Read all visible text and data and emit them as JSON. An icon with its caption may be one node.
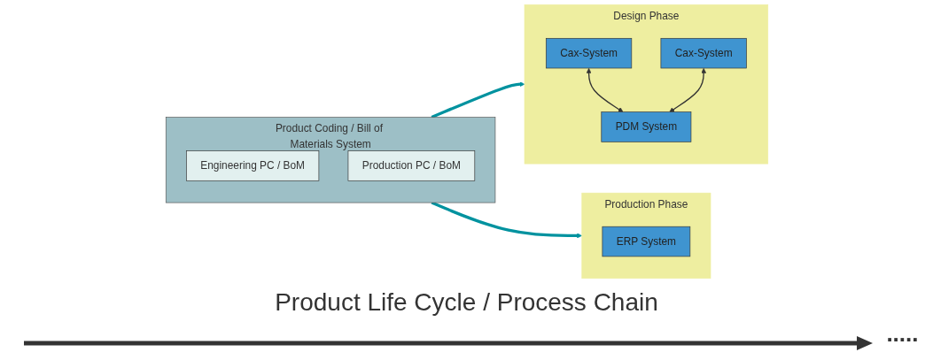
{
  "diagram": {
    "nodes": [
      {
        "text": [
          "Design Phase"
        ]
      },
      {
        "text": [
          "Cax-System"
        ],
        "in": 0
      },
      {
        "text": [
          "Cax-System"
        ],
        "in": 0
      },
      {
        "text": [
          "PDM System"
        ],
        "in": 0
      },
      {
        "text": [
          "Product Coding / Bill of Materials System"
        ]
      },
      {
        "text": [
          "Engineering PC / BoM"
        ],
        "in": 4
      },
      {
        "text": [
          "Production PC / BoM"
        ],
        "in": 4
      },
      {
        "text": [
          "Production Phase"
        ]
      },
      {
        "text": [
          "ERP System"
        ],
        "in": 7
      }
    ],
    "edges": [
      {
        "from": 1,
        "to": 3,
        "arrow": "both"
      },
      {
        "from": 2,
        "to": 3,
        "arrow": "both"
      },
      {
        "from": 4,
        "to": 0,
        "arrow": "to",
        "style": "thick",
        "color": "#00929f"
      },
      {
        "from": 4,
        "to": 7,
        "arrow": "to",
        "style": "thick",
        "color": "#00929f"
      }
    ],
    "labels": [
      "Product Life Cycle / Process Chain",
      "....."
    ]
  }
}
